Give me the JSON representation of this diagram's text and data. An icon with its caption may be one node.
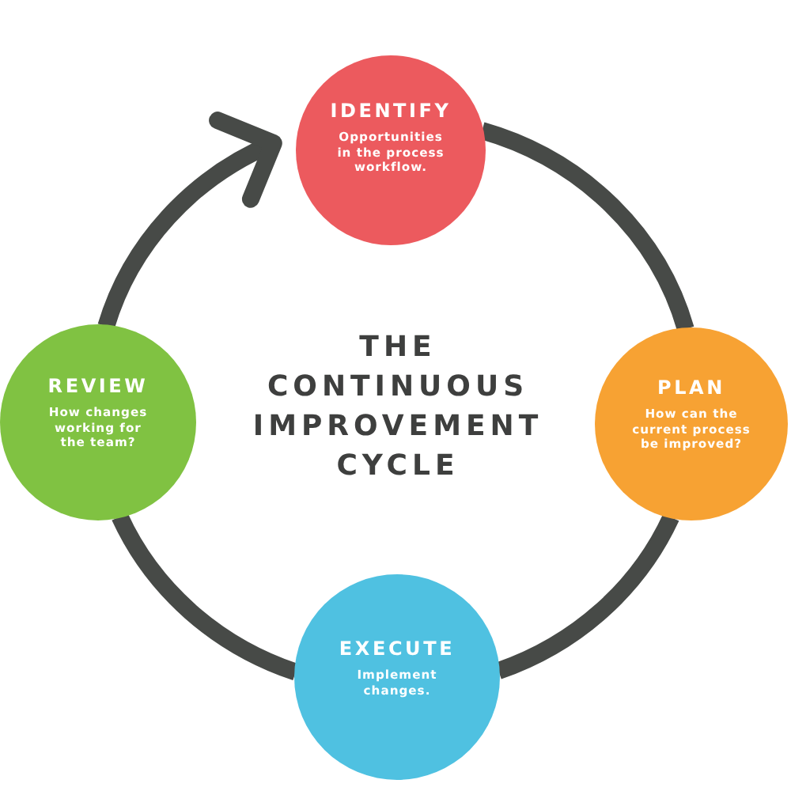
{
  "diagram": {
    "title": "THE CONTINUOUS IMPROVEMENT CYCLE",
    "nodes": [
      {
        "text": [
          "IDENTIFY",
          "Opportunities in the process workflow."
        ]
      },
      {
        "text": [
          "PLAN",
          "How can the current process be improved?"
        ]
      },
      {
        "text": [
          "EXECUTE",
          "Implement changes."
        ]
      },
      {
        "text": [
          "REVIEW",
          "How changes working for the team?"
        ]
      }
    ],
    "edges": [
      {
        "from": 0,
        "to": 1,
        "arrow": "none"
      },
      {
        "from": 1,
        "to": 2,
        "arrow": "none"
      },
      {
        "from": 2,
        "to": 3,
        "arrow": "none"
      },
      {
        "from": 3,
        "to": 0,
        "arrow": "to"
      }
    ]
  }
}
